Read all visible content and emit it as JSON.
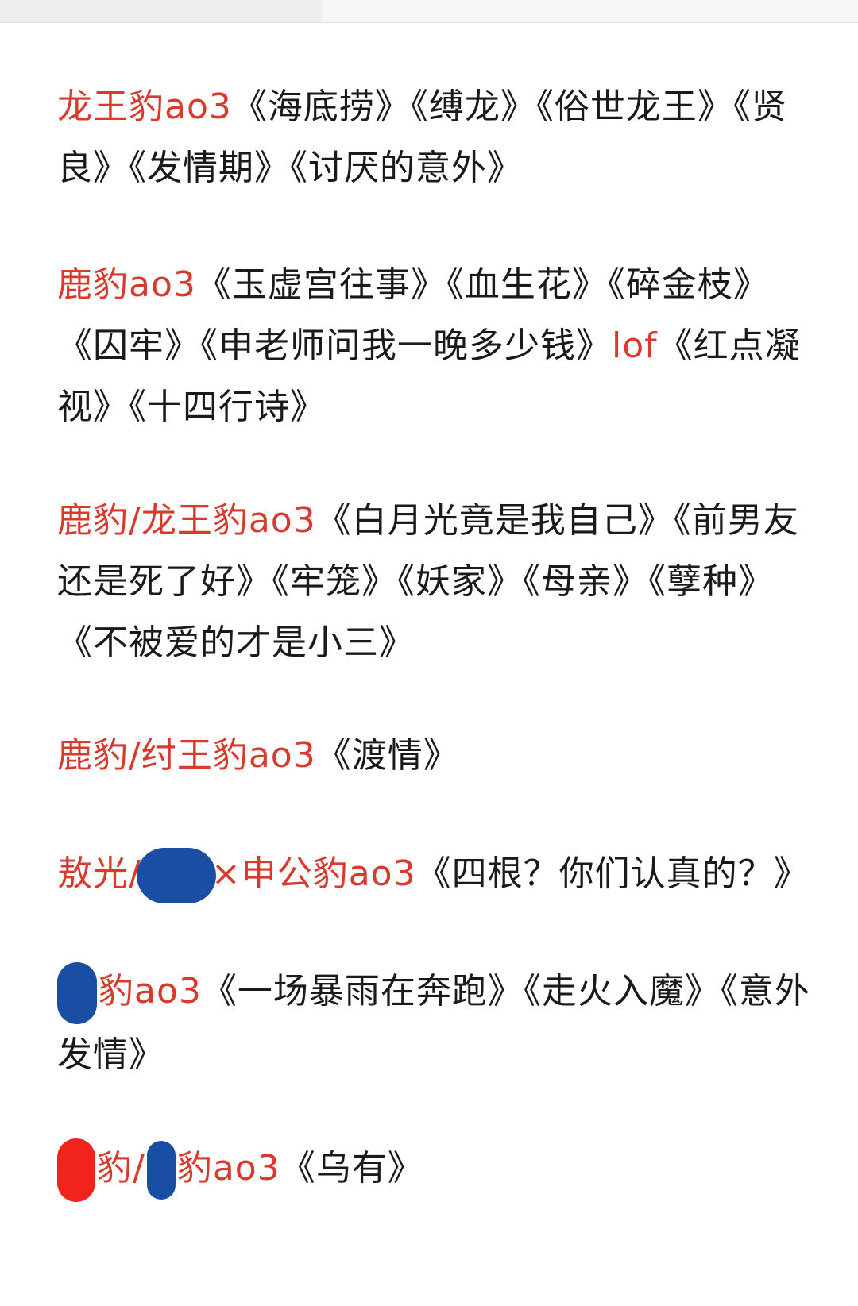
{
  "entries": [
    {
      "tag": "龙王豹ao3",
      "works": "《海底捞》《缚龙》《俗世龙王》《贤良》《发情期》《讨厌的意外》"
    },
    {
      "tag": "鹿豹ao3",
      "works": "《玉虚宫往事》《血生花》《碎金枝》《囚牢》《申老师问我一晚多少钱》",
      "tag2": "lof",
      "works2": "《红点凝视》《十四行诗》"
    },
    {
      "tag": "鹿豹/龙王豹ao3",
      "works": "《白月光竟是我自己》《前男友还是死了好》《牢笼》《妖家》《母亲》《孽种》《不被爱的才是小三》"
    },
    {
      "tag": "鹿豹/纣王豹ao3",
      "works": "《渡情》"
    },
    {
      "tag_a": "敖光/",
      "tag_b": "×申公豹ao3",
      "works": "《四根？你们认真的？》"
    },
    {
      "tag": "豹ao3",
      "works": "《一场暴雨在奔跑》《走火入魔》《意外发情》"
    },
    {
      "tag_a": "豹/",
      "tag_b": "豹ao3",
      "works": "《乌有》"
    }
  ],
  "colors": {
    "tag": "#d83a2e",
    "text": "#1a1a1a",
    "redact_blue": "#1a4ea5",
    "redact_red": "#f0241d"
  }
}
